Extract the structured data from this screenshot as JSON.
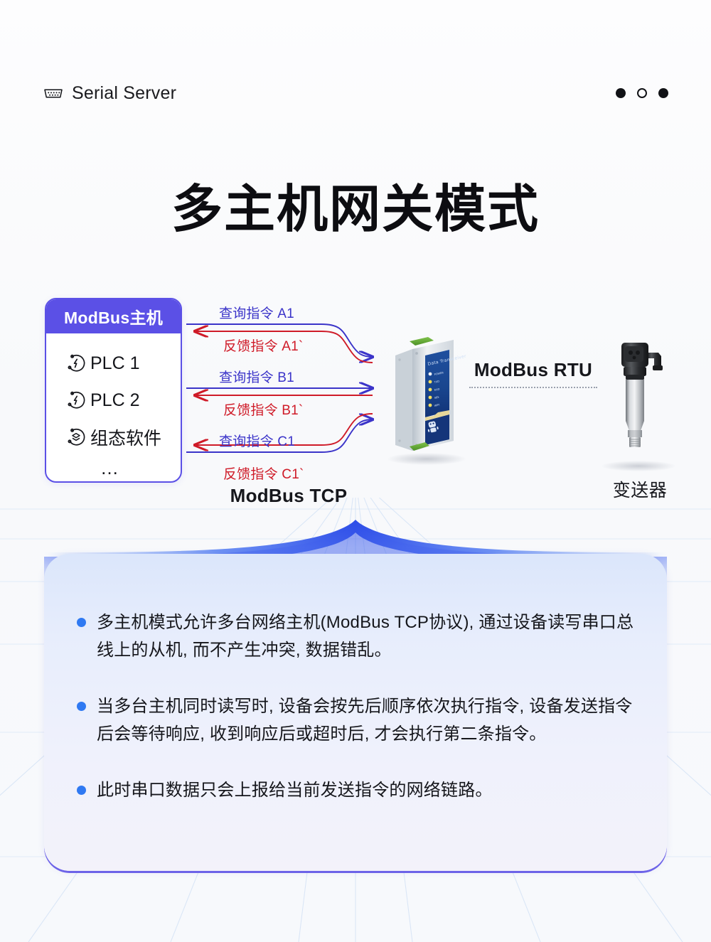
{
  "header": {
    "brand_label": "Serial Server",
    "brand_icon": "serial-port-icon",
    "dots": [
      "filled",
      "hollow",
      "filled"
    ]
  },
  "title": "多主机网关模式",
  "diagram": {
    "master_box": {
      "heading": "ModBus主机",
      "items": [
        {
          "label": "PLC 1",
          "icon": "plc-bolt-icon"
        },
        {
          "label": "PLC 2",
          "icon": "plc-bolt-icon"
        },
        {
          "label": "组态软件",
          "icon": "scada-layers-icon"
        }
      ],
      "ellipsis": "…"
    },
    "flows": [
      {
        "label": "查询指令 A1",
        "direction": "query",
        "color": "#3b34c9"
      },
      {
        "label": "反馈指令 A1`",
        "direction": "feedback",
        "color": "#cf1b28"
      },
      {
        "label": "查询指令 B1",
        "direction": "query",
        "color": "#3b34c9"
      },
      {
        "label": "反馈指令 B1`",
        "direction": "feedback",
        "color": "#cf1b28"
      },
      {
        "label": "查询指令 C1",
        "direction": "query",
        "color": "#3b34c9"
      },
      {
        "label": "反馈指令 C1`",
        "direction": "feedback",
        "color": "#cf1b28"
      }
    ],
    "tcp_caption": "ModBus TCP",
    "rtu_caption": "ModBus RTU",
    "device": {
      "brand_text": "Data Transceiver",
      "leds": [
        "POWER",
        "TXD",
        "RXD",
        "485",
        "WIFI"
      ]
    },
    "transmitter_caption": "变送器"
  },
  "card": {
    "bullets": [
      "多主机模式允许多台网络主机(ModBus TCP协议), 通过设备读写串口总线上的从机, 而不产生冲突, 数据错乱。",
      "当多台主机同时读写时, 设备会按先后顺序依次执行指令, 设备发送指令后会等待响应, 收到响应后或超时后, 才会执行第二条指令。",
      "此时串口数据只会上报给当前发送指令的网络链路。"
    ]
  },
  "colors": {
    "accent_indigo": "#5b50e6",
    "accent_blue": "#2f79f2",
    "query_blue": "#3b34c9",
    "feedback_red": "#cf1b28",
    "background": "#f8f9fb"
  }
}
